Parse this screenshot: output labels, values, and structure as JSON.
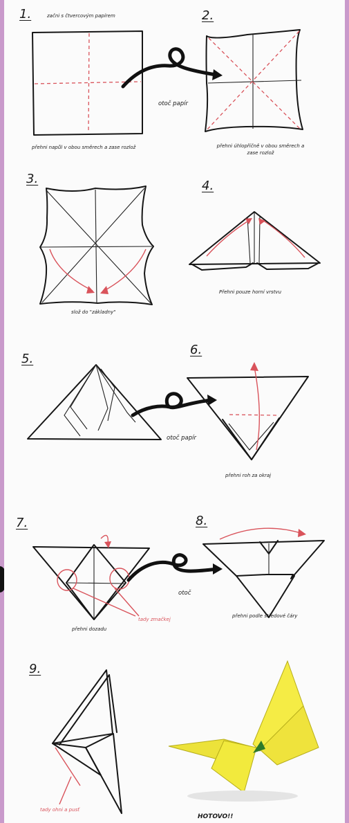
{
  "steps": [
    {
      "number": "1.",
      "title": "začni s čtvercovým papírem",
      "caption": "přehni napůl v obou směrech a zase rozlož"
    },
    {
      "number": "2.",
      "caption": "přehni úhlopříčně v obou směrech a zase rozlož"
    },
    {
      "number": "3.",
      "caption": "slož do \"základny\""
    },
    {
      "number": "4.",
      "caption": "Přehni pouze horní vrstvu"
    },
    {
      "number": "5."
    },
    {
      "number": "6.",
      "caption": "přehni roh za okraj"
    },
    {
      "number": "7.",
      "caption": "přehni dozadu",
      "annotation": "tady zmačkej"
    },
    {
      "number": "8.",
      "caption": "přehni podle středové čáry"
    },
    {
      "number": "9.",
      "annotation": "tady ohni a pusť"
    }
  ],
  "arrows": [
    {
      "label": "otoč papír"
    },
    {
      "label": "otoč papír"
    },
    {
      "label": "otoč"
    }
  ],
  "final": {
    "label": "HOTOVO!!",
    "color": "#f2ea3d"
  },
  "colors": {
    "ink": "#161616",
    "red": "#d9535b",
    "frame": "#c99acb",
    "paper": "#fbfbfb"
  }
}
